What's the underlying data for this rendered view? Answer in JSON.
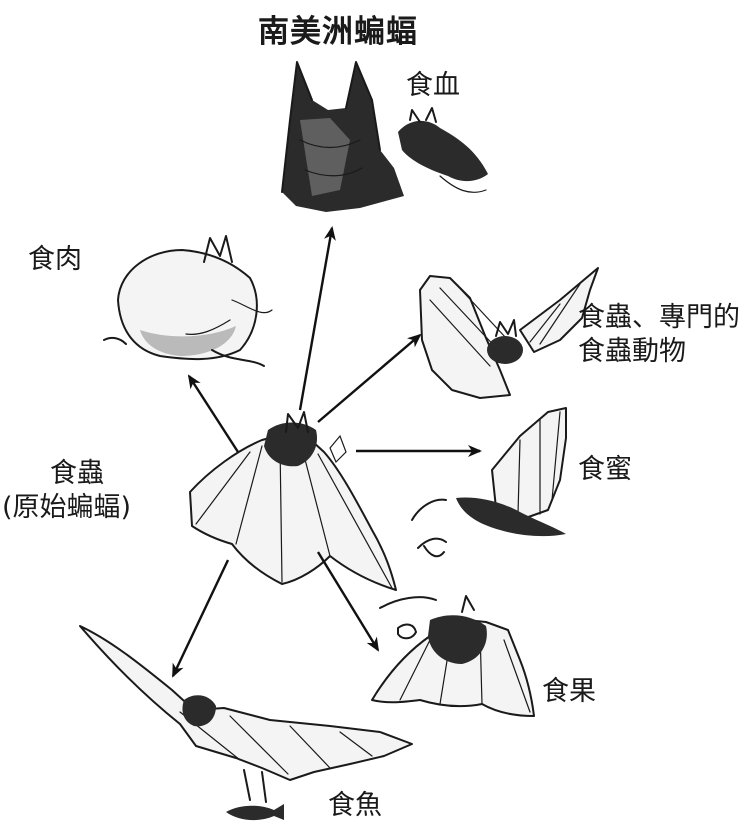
{
  "title": "南美洲蝙蝠",
  "center": {
    "line1": "食蟲",
    "line2": "(原始蝙蝠)"
  },
  "diets": {
    "blood": "食血",
    "meat": "食肉",
    "insect_special_line1": "食蟲、專門的",
    "insect_special_line2": "食蟲動物",
    "nectar": "食蜜",
    "fruit": "食果",
    "fish": "食魚"
  }
}
